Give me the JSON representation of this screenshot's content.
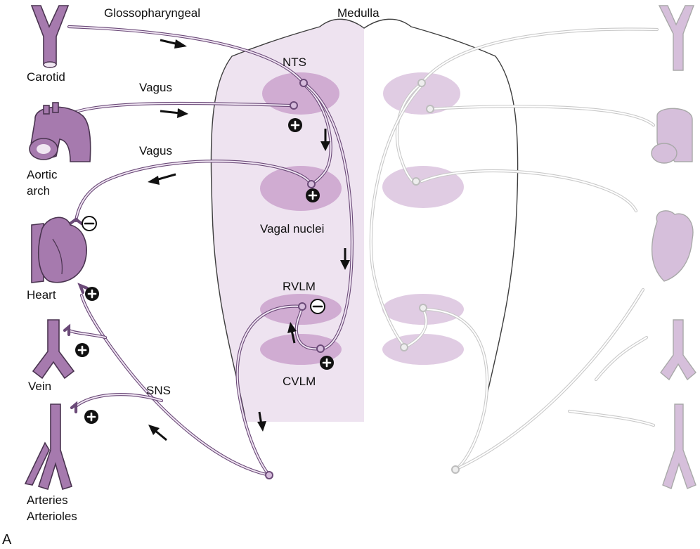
{
  "labels": {
    "glossopharyngeal": "Glossopharyngeal",
    "medulla": "Medulla",
    "carotid": "Carotid",
    "nts": "NTS",
    "vagus_top": "Vagus",
    "vagus_mid": "Vagus",
    "aortic_1": "Aortic",
    "aortic_2": "arch",
    "vagal_nuclei": "Vagal nuclei",
    "heart": "Heart",
    "rvlm": "RVLM",
    "cvlm": "CVLM",
    "vein": "Vein",
    "sns": "SNS",
    "arteries": "Arteries",
    "arterioles": "Arterioles",
    "panel": "A"
  },
  "colors": {
    "active_fiber": "#6b4a78",
    "nucleus": "#c69ac8",
    "vessel": "#a67aae",
    "faded": "#c9c9c9"
  }
}
